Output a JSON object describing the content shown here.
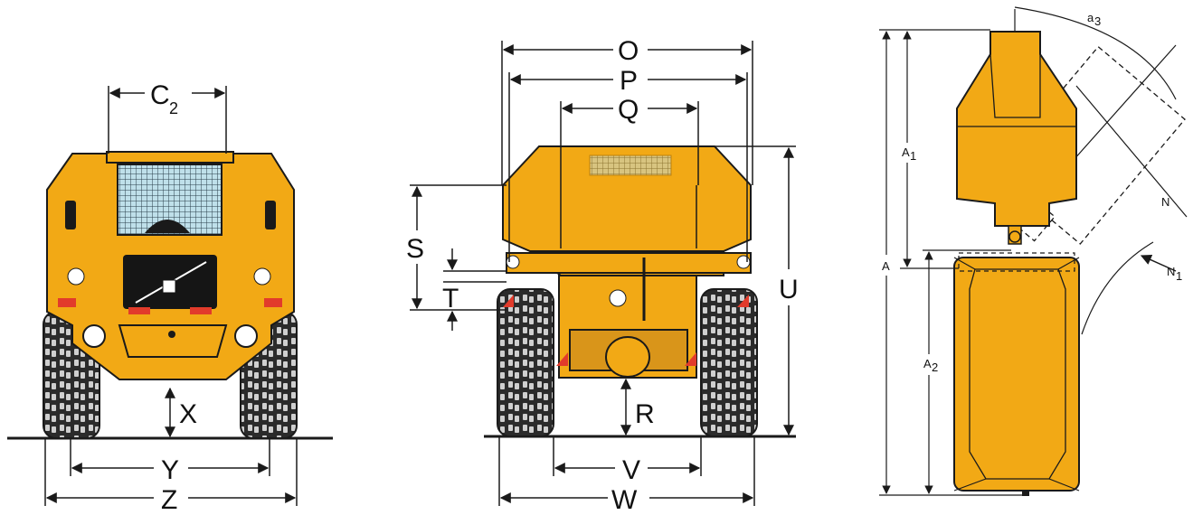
{
  "colors": {
    "body": "#f2a915",
    "body_dark": "#c98406",
    "line": "#1a1a1a",
    "glass": "#bfe0ea",
    "tire": "#2b2b2b"
  },
  "front_view": {
    "labels": {
      "c": "C",
      "c_sub": "2",
      "x": "X",
      "y": "Y",
      "z": "Z"
    }
  },
  "rear_view": {
    "labels": {
      "o": "O",
      "p": "P",
      "q": "Q",
      "s": "S",
      "t": "T",
      "u": "U",
      "r": "R",
      "v": "V",
      "w": "W"
    }
  },
  "top_view": {
    "labels": {
      "a": "A",
      "a1": "A",
      "a1_sub": "1",
      "a2": "A",
      "a2_sub": "2",
      "a3": "a",
      "a3_sub": "3",
      "n": "N",
      "n1": "N",
      "n1_sub": "1"
    }
  }
}
